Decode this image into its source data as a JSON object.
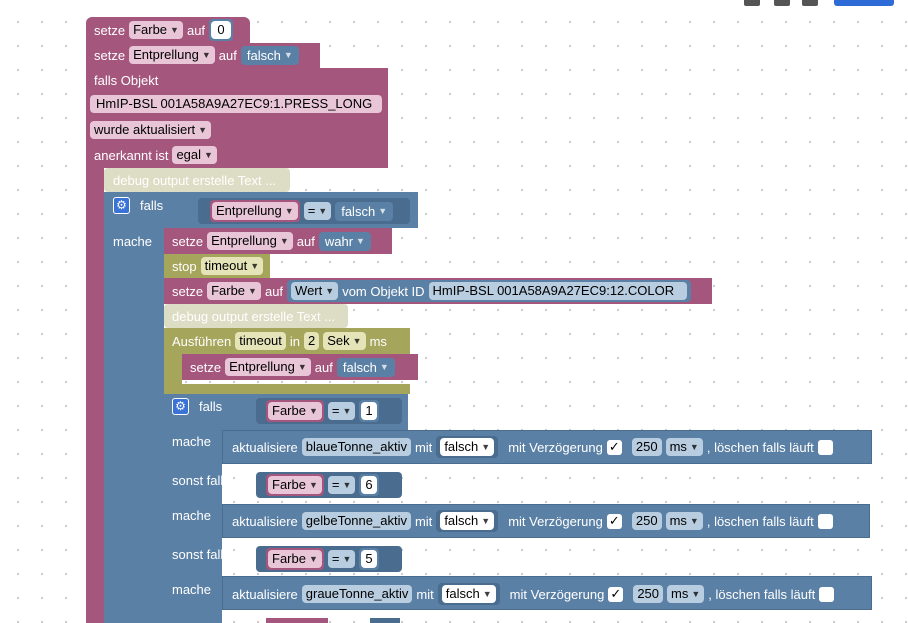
{
  "colors": {
    "pink": "#a5567d",
    "blue": "#5b80a5",
    "green": "#a5a55b",
    "cream": "#dcddc4"
  },
  "icons": {
    "gear": "gear-icon",
    "check": "checkmark-icon",
    "dropdown": "chevron-down-icon"
  },
  "block1": {
    "set": "setze",
    "var": "Farbe",
    "to": "auf",
    "value": "0"
  },
  "block2": {
    "set": "setze",
    "var": "Entprellung",
    "to": "auf",
    "value": "falsch"
  },
  "trigger": {
    "title": "falls Objekt",
    "object": "HmIP-BSL 001A58A9A27EC9:1.PRESS_LONG",
    "event": "wurde aktualisiert",
    "ack_label": "anerkannt ist",
    "ack_value": "egal"
  },
  "debug1": "debug output erstelle Text ...",
  "if1": {
    "label": "falls",
    "do": "mache",
    "cond_var": "Entprellung",
    "op": "=",
    "cond_value": "falsch",
    "set1": {
      "set": "setze",
      "var": "Entprellung",
      "to": "auf",
      "value": "wahr"
    },
    "stop": {
      "label": "stop",
      "value": "timeout"
    },
    "set2": {
      "set": "setze",
      "var": "Farbe",
      "to": "auf",
      "prop": "Wert",
      "from": "vom Objekt ID",
      "object": "HmIP-BSL 001A58A9A27EC9:12.COLOR"
    },
    "debug2": "debug output erstelle Text ...",
    "timeout": {
      "label": "Ausführen",
      "name": "timeout",
      "in": "in",
      "amount": "2",
      "unit": "Sek",
      "ms": "ms",
      "inner": {
        "set": "setze",
        "var": "Entprellung",
        "to": "auf",
        "value": "falsch"
      }
    }
  },
  "if2": {
    "label": "falls",
    "do": "mache",
    "elseif": "sonst falls",
    "branches": [
      {
        "var": "Farbe",
        "op": "=",
        "num": "1",
        "update": "aktualisiere",
        "target": "blaueTonne_aktiv",
        "with": "mit",
        "value": "falsch",
        "delay": "mit Verzögerung",
        "delay_ms": "250",
        "unit": "ms",
        "clear": ", löschen falls läuft"
      },
      {
        "var": "Farbe",
        "op": "=",
        "num": "6",
        "update": "aktualisiere",
        "target": "gelbeTonne_aktiv",
        "with": "mit",
        "value": "falsch",
        "delay": "mit Verzögerung",
        "delay_ms": "250",
        "unit": "ms",
        "clear": ", löschen falls läuft"
      },
      {
        "var": "Farbe",
        "op": "=",
        "num": "5",
        "update": "aktualisiere",
        "target": "graueTonne_aktiv",
        "with": "mit",
        "value": "falsch",
        "delay": "mit Verzögerung",
        "delay_ms": "250",
        "unit": "ms",
        "clear": ", löschen falls läuft"
      }
    ]
  }
}
